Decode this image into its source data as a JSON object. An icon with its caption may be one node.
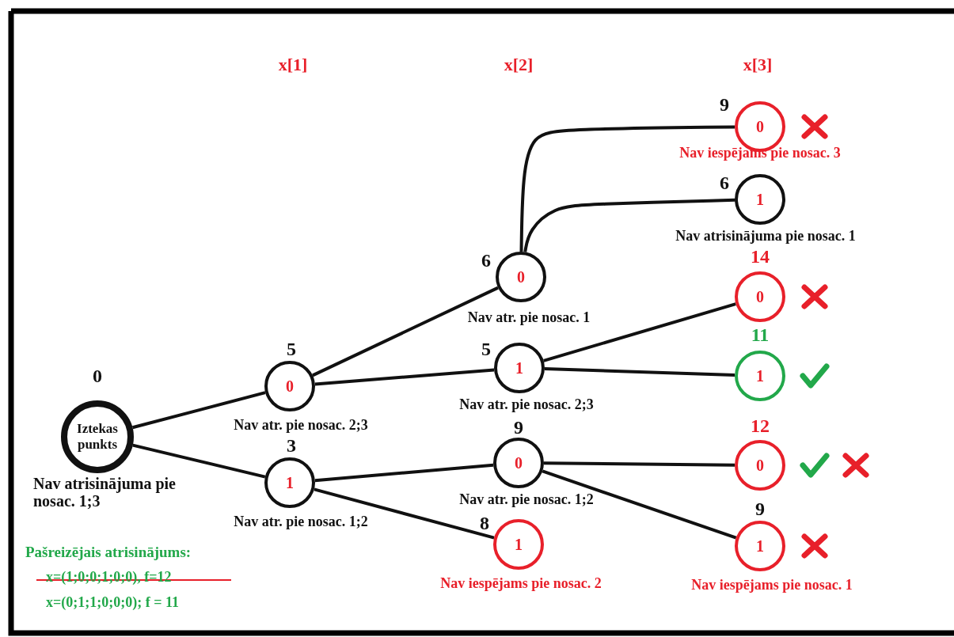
{
  "diagram": {
    "nodes": [
      {
        "text": [
          "Iztekas punkts"
        ],
        "beside": [
          "0",
          "Nav atrisinājuma pie nosac. 1;3"
        ]
      },
      {
        "text": [
          "0"
        ],
        "beside": [
          "5",
          "Nav atr. pie nosac. 2;3"
        ]
      },
      {
        "text": [
          "1"
        ],
        "beside": [
          "3",
          "Nav atr. pie nosac. 1;2"
        ]
      },
      {
        "text": [
          "0"
        ],
        "beside": [
          "6",
          "Nav atr. pie nosac. 1"
        ]
      },
      {
        "text": [
          "1"
        ],
        "beside": [
          "5",
          "Nav atr. pie nosac. 2;3"
        ]
      },
      {
        "text": [
          "0"
        ],
        "beside": [
          "9",
          "Nav atr. pie nosac. 1;2"
        ]
      },
      {
        "text": [
          "1"
        ],
        "beside": [
          "8",
          "Nav iespējams pie nosac. 2"
        ]
      },
      {
        "text": [
          "0"
        ],
        "beside": [
          "9",
          "Nav iespējams pie nosac. 3"
        ]
      },
      {
        "text": [
          "1"
        ],
        "beside": [
          "6",
          "Nav atrisinājuma pie nosac. 1"
        ]
      },
      {
        "text": [
          "0"
        ],
        "beside": [
          "14"
        ]
      },
      {
        "text": [
          "1"
        ],
        "beside": [
          "11"
        ]
      },
      {
        "text": [
          "0"
        ],
        "beside": [
          "12"
        ]
      },
      {
        "text": [
          "1"
        ],
        "beside": [
          "9",
          "Nav iespējams pie nosac. 1"
        ]
      }
    ],
    "edges": [
      {
        "from": 0,
        "to": 1,
        "arrow": "none"
      },
      {
        "from": 0,
        "to": 2,
        "arrow": "none"
      },
      {
        "from": 1,
        "to": 3,
        "arrow": "none"
      },
      {
        "from": 1,
        "to": 4,
        "arrow": "none"
      },
      {
        "from": 2,
        "to": 5,
        "arrow": "none"
      },
      {
        "from": 2,
        "to": 6,
        "arrow": "none"
      },
      {
        "from": 3,
        "to": 7,
        "arrow": "none"
      },
      {
        "from": 3,
        "to": 8,
        "arrow": "none"
      },
      {
        "from": 4,
        "to": 9,
        "arrow": "none"
      },
      {
        "from": 4,
        "to": 10,
        "arrow": "none"
      },
      {
        "from": 5,
        "to": 11,
        "arrow": "none"
      },
      {
        "from": 5,
        "to": 12,
        "arrow": "none"
      }
    ],
    "labels": [
      "x[1]",
      "x[2]",
      "x[3]",
      "Pašreizējais atrisinājums:",
      "x=(1;0;0;1;0;0), f=12",
      "x=(0;1;1;0;0;0); f = 11"
    ]
  }
}
